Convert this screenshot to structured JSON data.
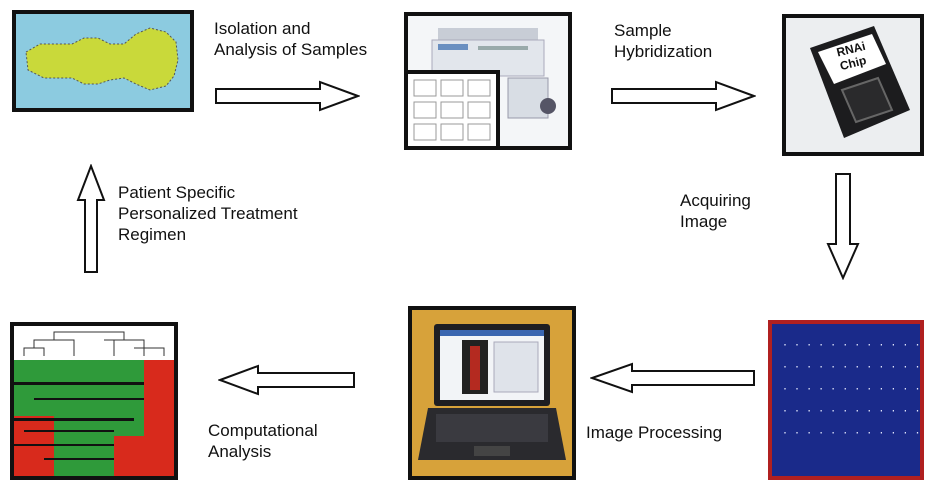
{
  "steps": {
    "isolation": {
      "line1": "Isolation and",
      "line2": "Analysis of Samples"
    },
    "hybridization": {
      "line1": "Sample",
      "line2": "Hybridization"
    },
    "acquiring": {
      "line1": "Acquiring",
      "line2": "Image"
    },
    "image_processing": {
      "line1": "Image Processing"
    },
    "computational": {
      "line1": "Computational",
      "line2": "Analysis"
    },
    "treatment": {
      "line1": "Patient Specific",
      "line2": "Personalized Treatment",
      "line3": "Regimen"
    }
  },
  "chip": {
    "line1": "RNAi",
    "line2": "Chip"
  },
  "colors": {
    "body_fill": "#c9d93a",
    "body_background": "#8ccbe0",
    "heatmap_green": "#2f9a3a",
    "heatmap_red": "#d82a1c",
    "scan_background": "#1a2a8a",
    "scan_border": "#b02020"
  }
}
